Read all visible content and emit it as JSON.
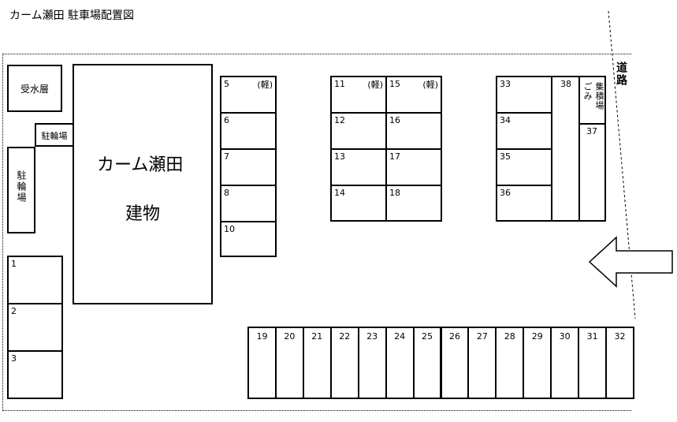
{
  "title": "カーム瀬田 駐車場配置図",
  "building": {
    "line1": "カーム瀬田",
    "line2": "建物"
  },
  "water_tank": "受水層",
  "bike_parking": "駐輪場",
  "road": "道路",
  "garbage": {
    "line1": "ごみ",
    "line2": "集積場"
  },
  "kei_mark": "(軽)",
  "spaces": {
    "s1": "1",
    "s2": "2",
    "s3": "3",
    "s5": "5",
    "s6": "6",
    "s7": "7",
    "s8": "8",
    "s10": "10",
    "s11": "11",
    "s12": "12",
    "s13": "13",
    "s14": "14",
    "s15": "15",
    "s16": "16",
    "s17": "17",
    "s18": "18",
    "s33": "33",
    "s34": "34",
    "s35": "35",
    "s36": "36",
    "s37": "37",
    "s38": "38"
  },
  "bottom_row": [
    "19",
    "20",
    "21",
    "22",
    "23",
    "24",
    "25",
    "26",
    "27",
    "28",
    "29",
    "30",
    "31",
    "32"
  ],
  "colors": {
    "line": "#000000",
    "background": "#ffffff"
  },
  "icons": {
    "entrance_arrow": "arrow-left-icon"
  }
}
